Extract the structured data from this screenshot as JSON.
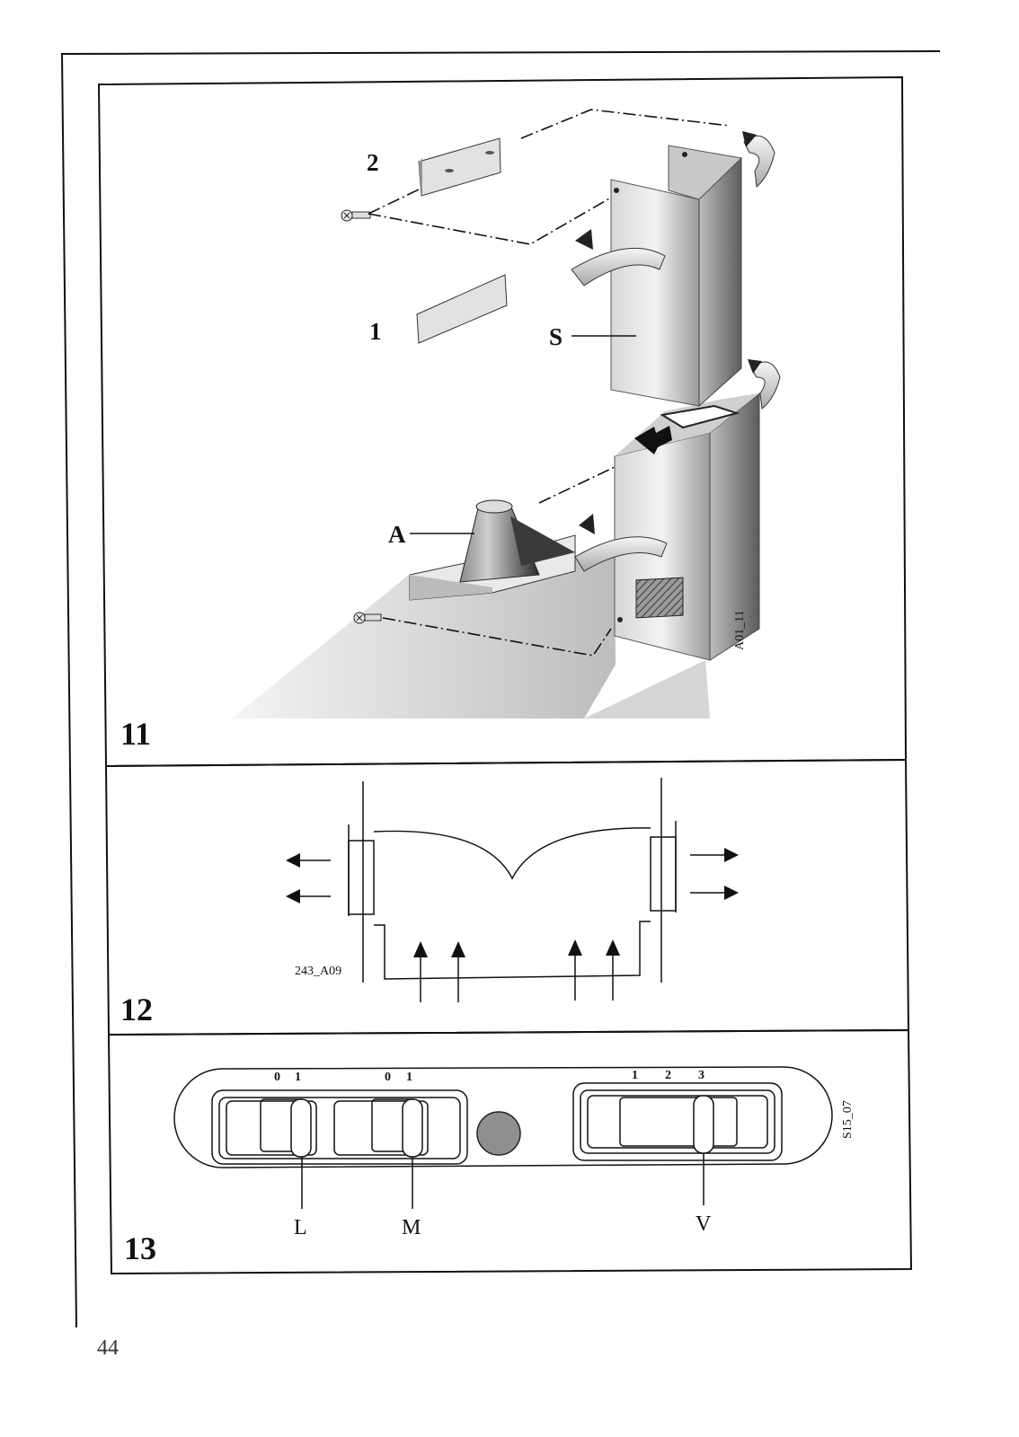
{
  "figures": [
    {
      "number": "11",
      "labels": {
        "part_1": "1",
        "part_2": "2",
        "part_s": "S",
        "part_a": "A"
      },
      "code": "A01_11"
    },
    {
      "number": "12",
      "code": "243_A09"
    },
    {
      "number": "13",
      "code": "S15_07",
      "switches": [
        {
          "label": "L",
          "scale": [
            "0",
            "1"
          ]
        },
        {
          "label": "M",
          "scale": [
            "0",
            "1"
          ]
        },
        {
          "label": "V",
          "scale": [
            "1",
            "2",
            "3"
          ]
        }
      ]
    }
  ],
  "page_number": "44"
}
